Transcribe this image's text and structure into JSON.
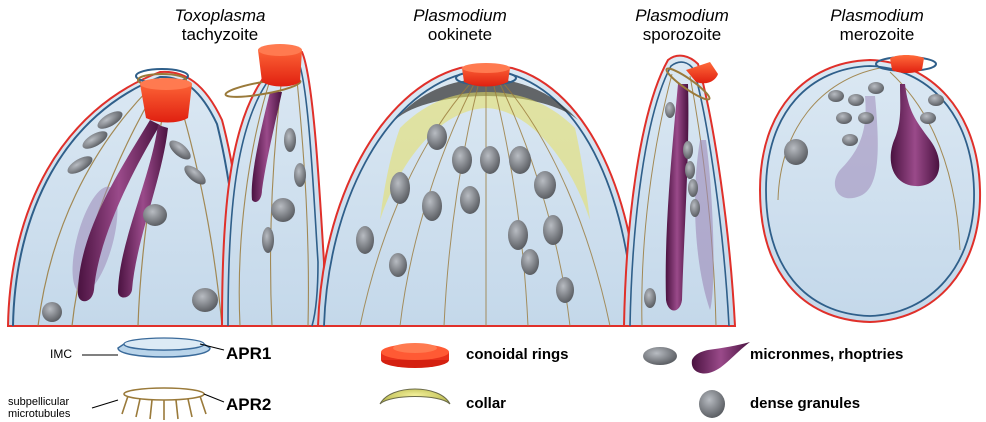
{
  "titles": {
    "toxoplasma": {
      "genus": "Toxoplasma",
      "stage": "tachyzoite"
    },
    "ookinete": {
      "genus": "Plasmodium",
      "stage": "ookinete"
    },
    "sporozoite": {
      "genus": "Plasmodium",
      "stage": "sporozoite"
    },
    "merozoite": {
      "genus": "Plasmodium",
      "stage": "merozoite"
    }
  },
  "legend": {
    "imc": "IMC",
    "apr1": "APR1",
    "subpellicular": [
      "subpellicular",
      "microtubules"
    ],
    "apr2": "APR2",
    "conoidal_rings": "conoidal rings",
    "collar": "collar",
    "micronemes_rhoptries": "micronmes, rhoptries",
    "dense_granules": "dense granules"
  },
  "colors": {
    "cell_fill": "#cfe0ee",
    "membrane_red": "#e0302a",
    "membrane_blue": "#2f5f8a",
    "microtubule": "#9a7a3a",
    "conoid_red": "#ff3b1a",
    "collar_yellow": "#e8e060",
    "rhoptry_purple": "#7a2a6a",
    "organelle_grey": "#7a7d82"
  }
}
